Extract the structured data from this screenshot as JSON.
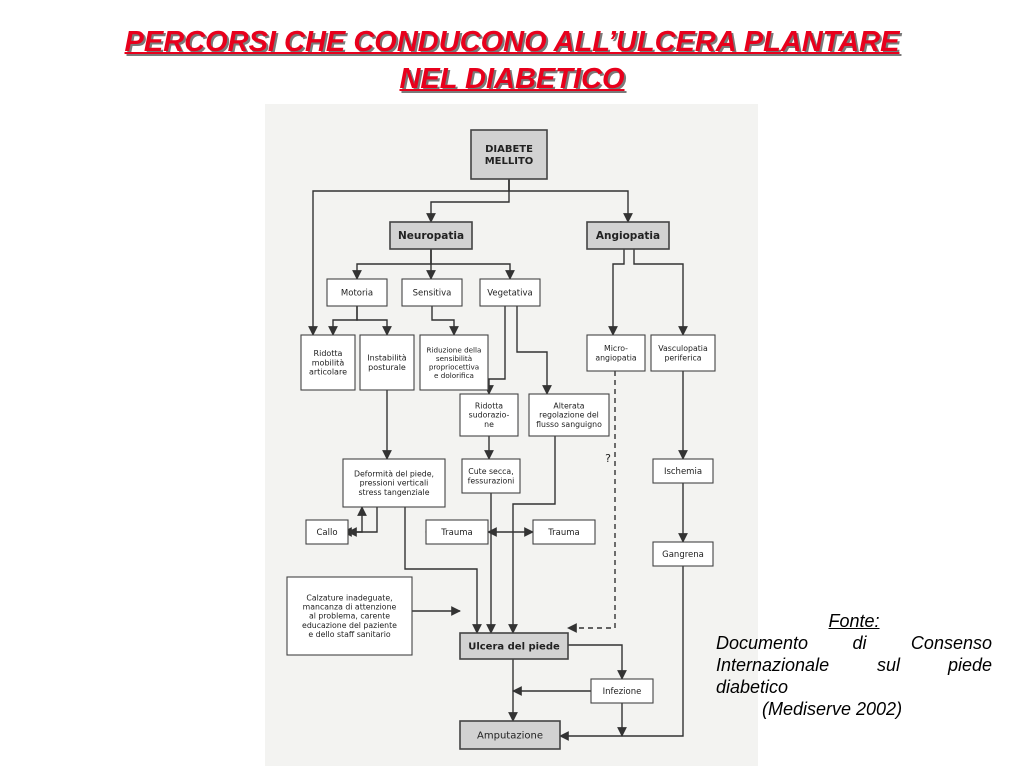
{
  "title": {
    "line1": "PERCORSI CHE CONDUCONO ALL’ULCERA PLANTARE",
    "line2": "NEL DIABETICO"
  },
  "diagram": {
    "nodes": {
      "diabete": [
        "DIABETE",
        "MELLITO"
      ],
      "neuropatia": [
        "Neuropatia"
      ],
      "angiopatia": [
        "Angiopatia"
      ],
      "motoria": [
        "Motoria"
      ],
      "sensitiva": [
        "Sensitiva"
      ],
      "vegetativa": [
        "Vegetativa"
      ],
      "ridotta_mobilita": [
        "Ridotta",
        "mobilità",
        "articolare"
      ],
      "instabilita": [
        "Instabilità",
        "posturale"
      ],
      "riduzione_sensibilita": [
        "Riduzione della",
        "sensibilità",
        "propriocettiva",
        "e dolorifica"
      ],
      "ridotta_sudorazione": [
        "Ridotta",
        "sudorazio-",
        "ne"
      ],
      "alterata_regolazione": [
        "Alterata",
        "regolazione del",
        "flusso sanguigno"
      ],
      "microangiopatia": [
        "Micro-",
        "angiopatia"
      ],
      "vasculopatia": [
        "Vasculopatia",
        "periferica"
      ],
      "deformita": [
        "Deformità del piede,",
        "pressioni verticali",
        "stress tangenziale"
      ],
      "cute_secca": [
        "Cute secca,",
        "fessurazioni"
      ],
      "ischemia": [
        "Ischemia"
      ],
      "callo": [
        "Callo"
      ],
      "trauma_1": [
        "Trauma"
      ],
      "trauma_2": [
        "Trauma"
      ],
      "gangrena": [
        "Gangrena"
      ],
      "calzature": [
        "Calzature inadeguate,",
        "mancanza di attenzione",
        "al problema, carente",
        "educazione del paziente",
        "e dello staff sanitario"
      ],
      "ulcera": [
        "Ulcera del piede"
      ],
      "infezione": [
        "Infezione"
      ],
      "amputazione": [
        "Amputazione"
      ]
    },
    "uncertain_mark": "?"
  },
  "source": {
    "label": "Fonte:",
    "line1": "Documento di Consenso",
    "line2": "Internazionale sul piede",
    "line3": "diabetico",
    "line4": "(Mediserve 2002)"
  },
  "colors": {
    "title": "#e8001c",
    "title_shadow": "#7a7a7a",
    "highlight_box": "#d2d2d2",
    "scan_background": "#f3f3f1"
  }
}
